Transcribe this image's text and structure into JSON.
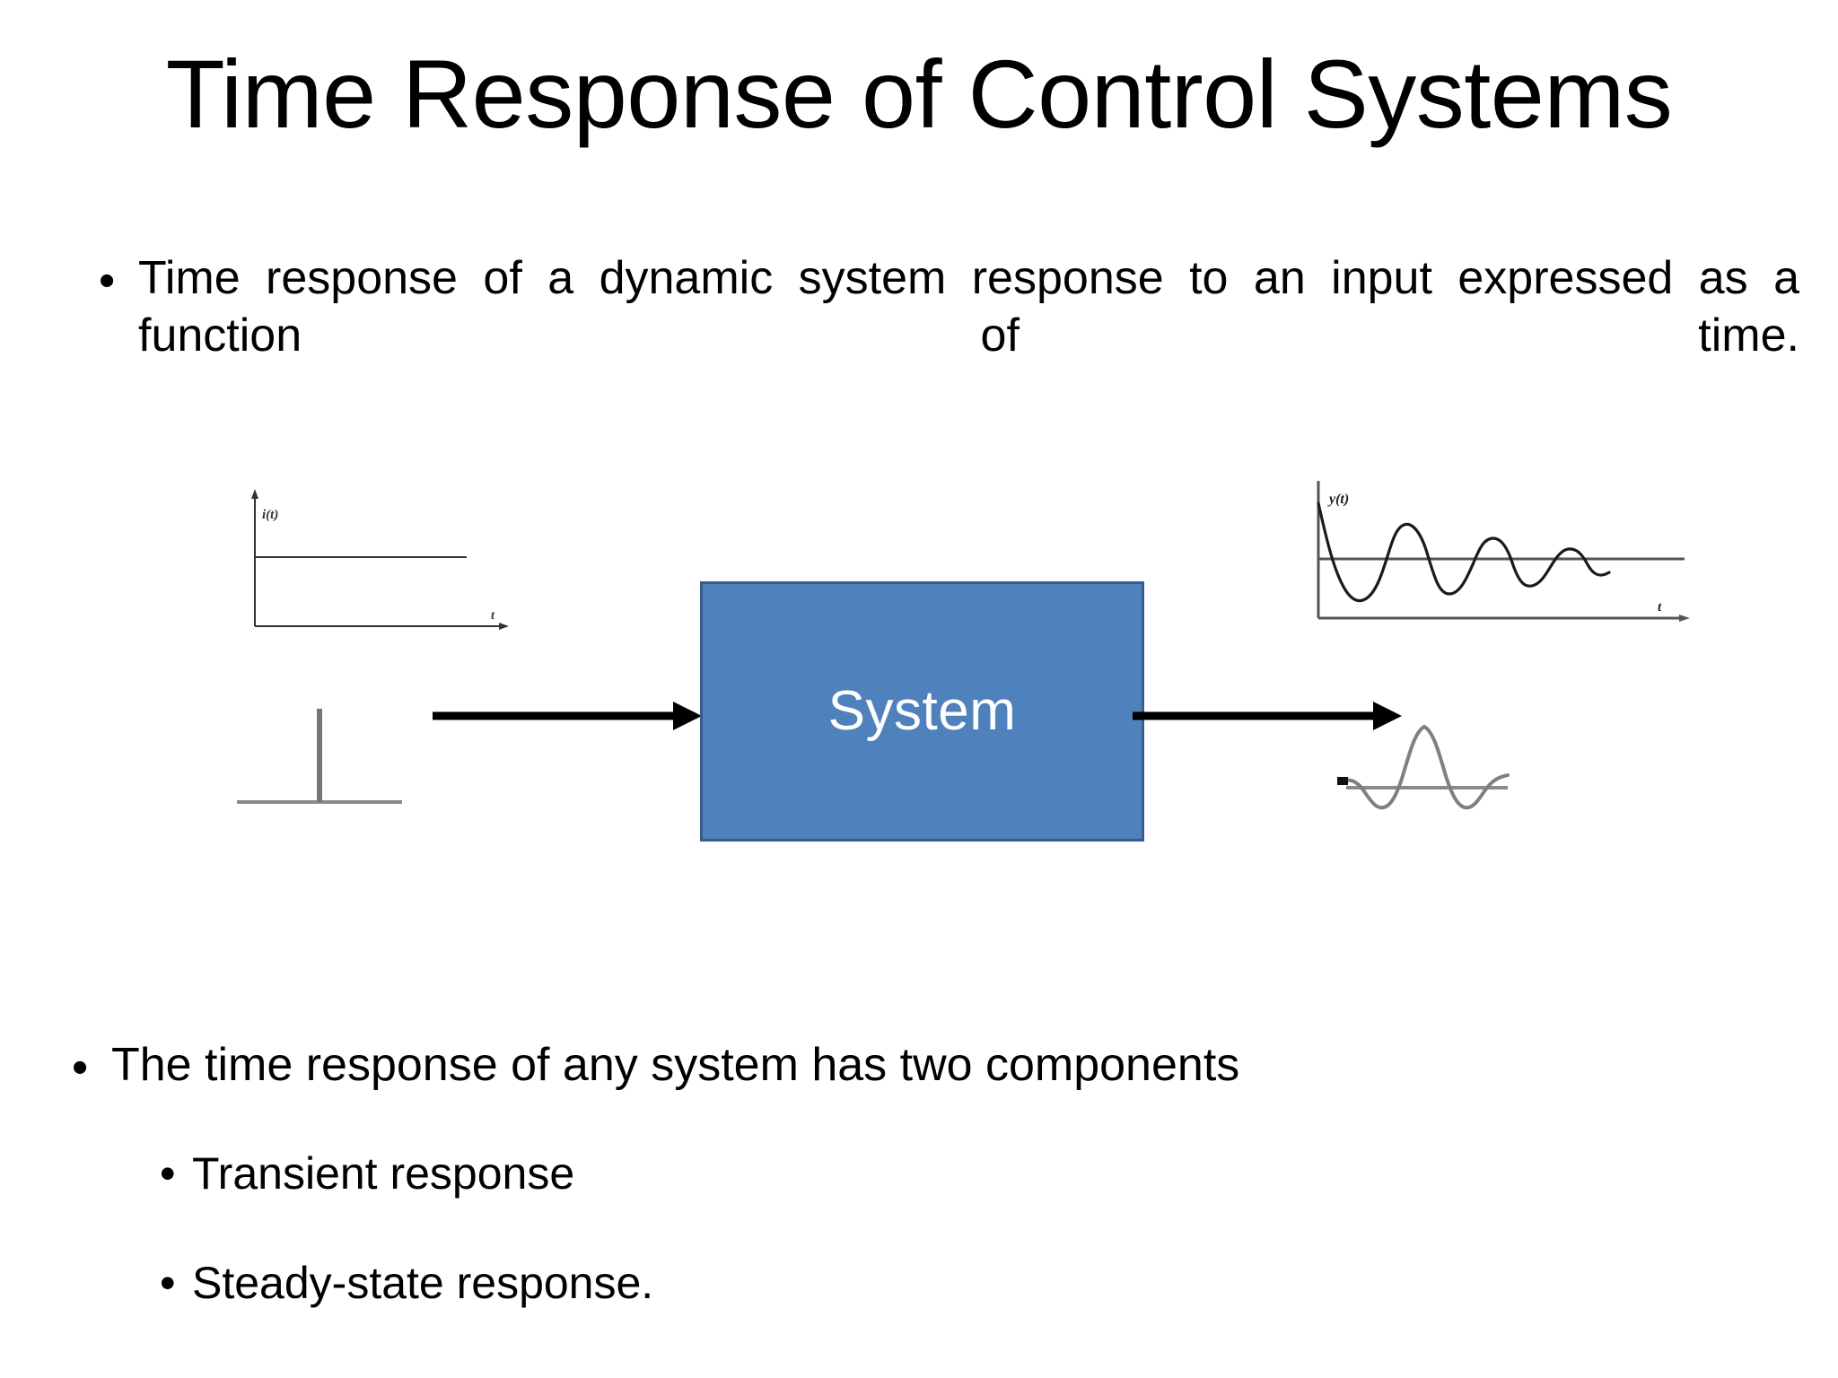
{
  "slide": {
    "title": "Time Response of Control Systems",
    "background_color": "#ffffff"
  },
  "bullets": {
    "bullet_glyph": "•",
    "intro": {
      "text": "Time response of a dynamic system response to an input expressed as a function of time."
    },
    "components": {
      "text": "The time response of any system has two components"
    },
    "sub_items": [
      {
        "text": "Transient response"
      },
      {
        "text": "Steady-state response."
      }
    ]
  },
  "diagram": {
    "system_block": {
      "label": "System",
      "fill_color": "#4F81BD",
      "border_color": "#385D8A",
      "text_color": "#ffffff"
    },
    "arrows": {
      "input_arrow_name": "input-arrow",
      "output_arrow_name": "output-arrow",
      "color": "#000000"
    },
    "input_graphs": [
      {
        "name": "step-input-graph",
        "y_axis_label": "i(t)",
        "x_axis_label": "t",
        "signal": "unit step",
        "line_color": "#333333"
      },
      {
        "name": "impulse-input-graph",
        "y_axis_label": "",
        "x_axis_label": "",
        "signal": "unit impulse",
        "line_color": "#808080"
      }
    ],
    "output_graphs": [
      {
        "name": "damped-oscillation-output-graph",
        "y_axis_label": "y(t)",
        "x_axis_label": "t",
        "signal": "damped sinusoid settling to steady state",
        "line_color": "#1a1a1a"
      },
      {
        "name": "impulse-response-output-graph",
        "y_axis_label": "",
        "x_axis_label": "",
        "signal": "impulse response (sinc-like pulse)",
        "line_color": "#808080"
      }
    ]
  }
}
